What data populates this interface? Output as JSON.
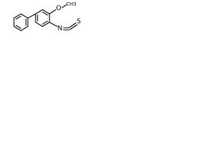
{
  "molecule": {
    "atoms": {
      "oxygen": "O",
      "methyl": "CH3",
      "nitrogen": "N",
      "carbon": "C",
      "sulfur": "S"
    }
  }
}
